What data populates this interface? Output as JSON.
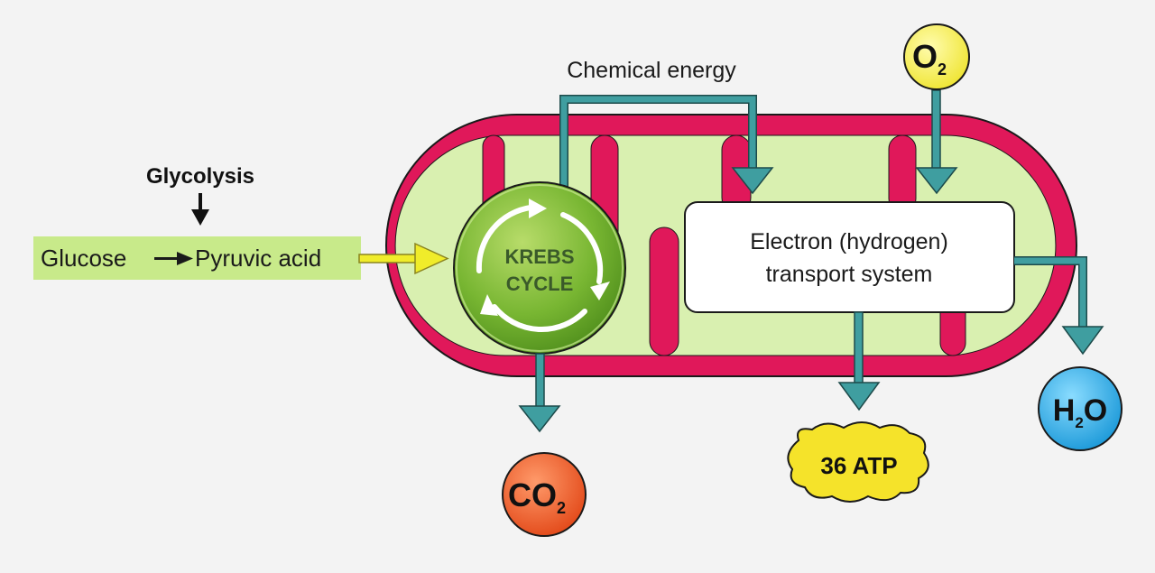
{
  "labels": {
    "glycolysis": "Glycolysis",
    "glucose": "Glucose",
    "pyruvic_acid": "Pyruvic acid",
    "chemical_energy": "Chemical energy",
    "krebs_line1": "KREBS",
    "krebs_line2": "CYCLE",
    "ets_line1": "Electron (hydrogen)",
    "ets_line2": "transport system",
    "atp": "36 ATP",
    "o2_main": "O",
    "o2_sub": "2",
    "co2_main": "CO",
    "co2_sub": "2",
    "h2o_h": "H",
    "h2o_sub": "2",
    "h2o_o": "O"
  },
  "colors": {
    "background": "#f3f3f3",
    "mito_outer": "#e0185a",
    "mito_inner": "#d9f0b0",
    "glucose_box": "#c8ea8a",
    "krebs_green": "#6fae2c",
    "arrow_teal": "#3f9ea0",
    "o2_yellow": "#f5ee5a",
    "co2_orange": "#f0602c",
    "h2o_blue": "#2ab0e8",
    "atp_yellow": "#f5e32a"
  }
}
